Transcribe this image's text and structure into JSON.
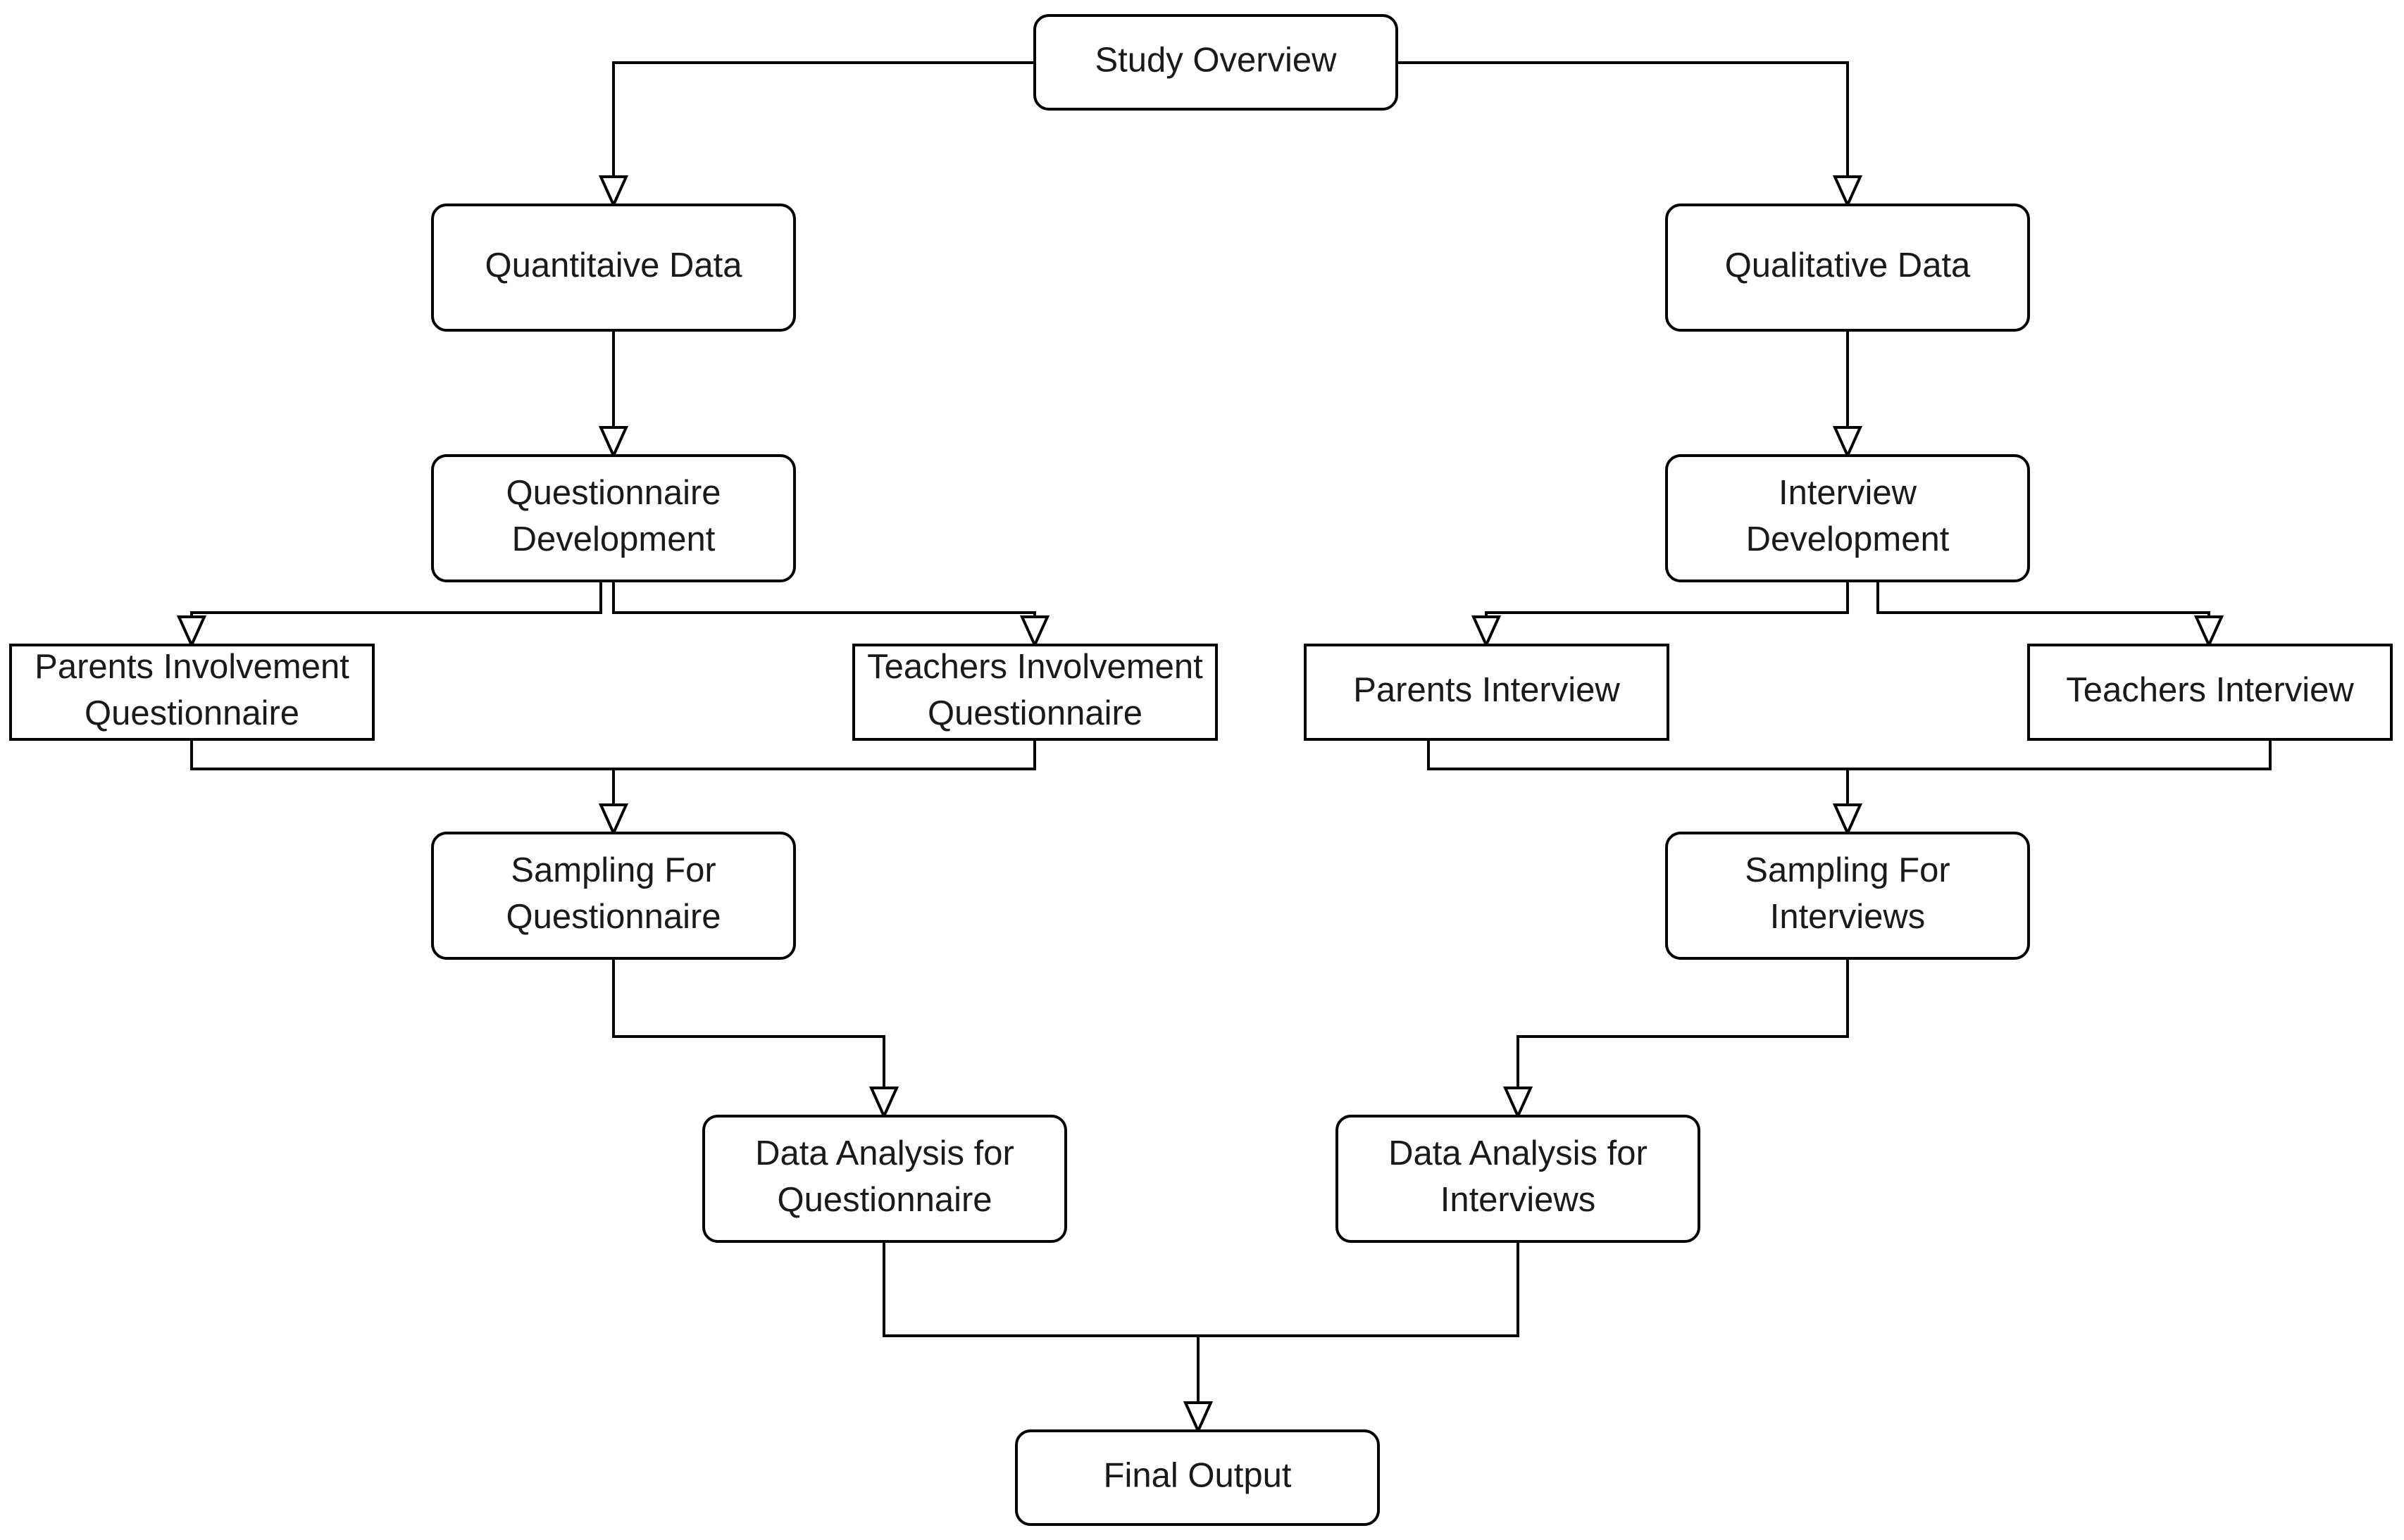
{
  "nodes": [
    {
      "id": "study_overview",
      "lines": [
        "Study Overview"
      ]
    },
    {
      "id": "quantitative_data",
      "lines": [
        "Quantitaive Data"
      ]
    },
    {
      "id": "qualitative_data",
      "lines": [
        "Qualitative Data"
      ]
    },
    {
      "id": "questionnaire_development",
      "lines": [
        "Questionnaire",
        "Development"
      ]
    },
    {
      "id": "interview_development",
      "lines": [
        "Interview",
        "Development"
      ]
    },
    {
      "id": "parents_involvement_questionnaire",
      "lines": [
        "Parents Involvement",
        "Questionnaire"
      ]
    },
    {
      "id": "teachers_involvement_questionnaire",
      "lines": [
        "Teachers Involvement",
        "Questionnaire"
      ]
    },
    {
      "id": "parents_interview",
      "lines": [
        "Parents Interview"
      ]
    },
    {
      "id": "teachers_interview",
      "lines": [
        "Teachers Interview"
      ]
    },
    {
      "id": "sampling_questionnaire",
      "lines": [
        "Sampling For",
        "Questionnaire"
      ]
    },
    {
      "id": "sampling_interviews",
      "lines": [
        "Sampling For",
        "Interviews"
      ]
    },
    {
      "id": "analysis_questionnaire",
      "lines": [
        "Data Analysis for",
        "Questionnaire"
      ]
    },
    {
      "id": "analysis_interviews",
      "lines": [
        "Data Analysis for",
        "Interviews"
      ]
    },
    {
      "id": "final_output",
      "lines": [
        "Final Output"
      ]
    }
  ],
  "edges": [
    {
      "from": "study_overview",
      "to": "quantitative_data"
    },
    {
      "from": "study_overview",
      "to": "qualitative_data"
    },
    {
      "from": "quantitative_data",
      "to": "questionnaire_development"
    },
    {
      "from": "qualitative_data",
      "to": "interview_development"
    },
    {
      "from": "questionnaire_development",
      "to": "parents_involvement_questionnaire"
    },
    {
      "from": "questionnaire_development",
      "to": "teachers_involvement_questionnaire"
    },
    {
      "from": "interview_development",
      "to": "parents_interview"
    },
    {
      "from": "interview_development",
      "to": "teachers_interview"
    },
    {
      "from": "parents_involvement_questionnaire",
      "to": "sampling_questionnaire"
    },
    {
      "from": "teachers_involvement_questionnaire",
      "to": "sampling_questionnaire"
    },
    {
      "from": "parents_interview",
      "to": "sampling_interviews"
    },
    {
      "from": "teachers_interview",
      "to": "sampling_interviews"
    },
    {
      "from": "sampling_questionnaire",
      "to": "analysis_questionnaire"
    },
    {
      "from": "sampling_interviews",
      "to": "analysis_interviews"
    },
    {
      "from": "analysis_questionnaire",
      "to": "final_output"
    },
    {
      "from": "analysis_interviews",
      "to": "final_output"
    }
  ]
}
